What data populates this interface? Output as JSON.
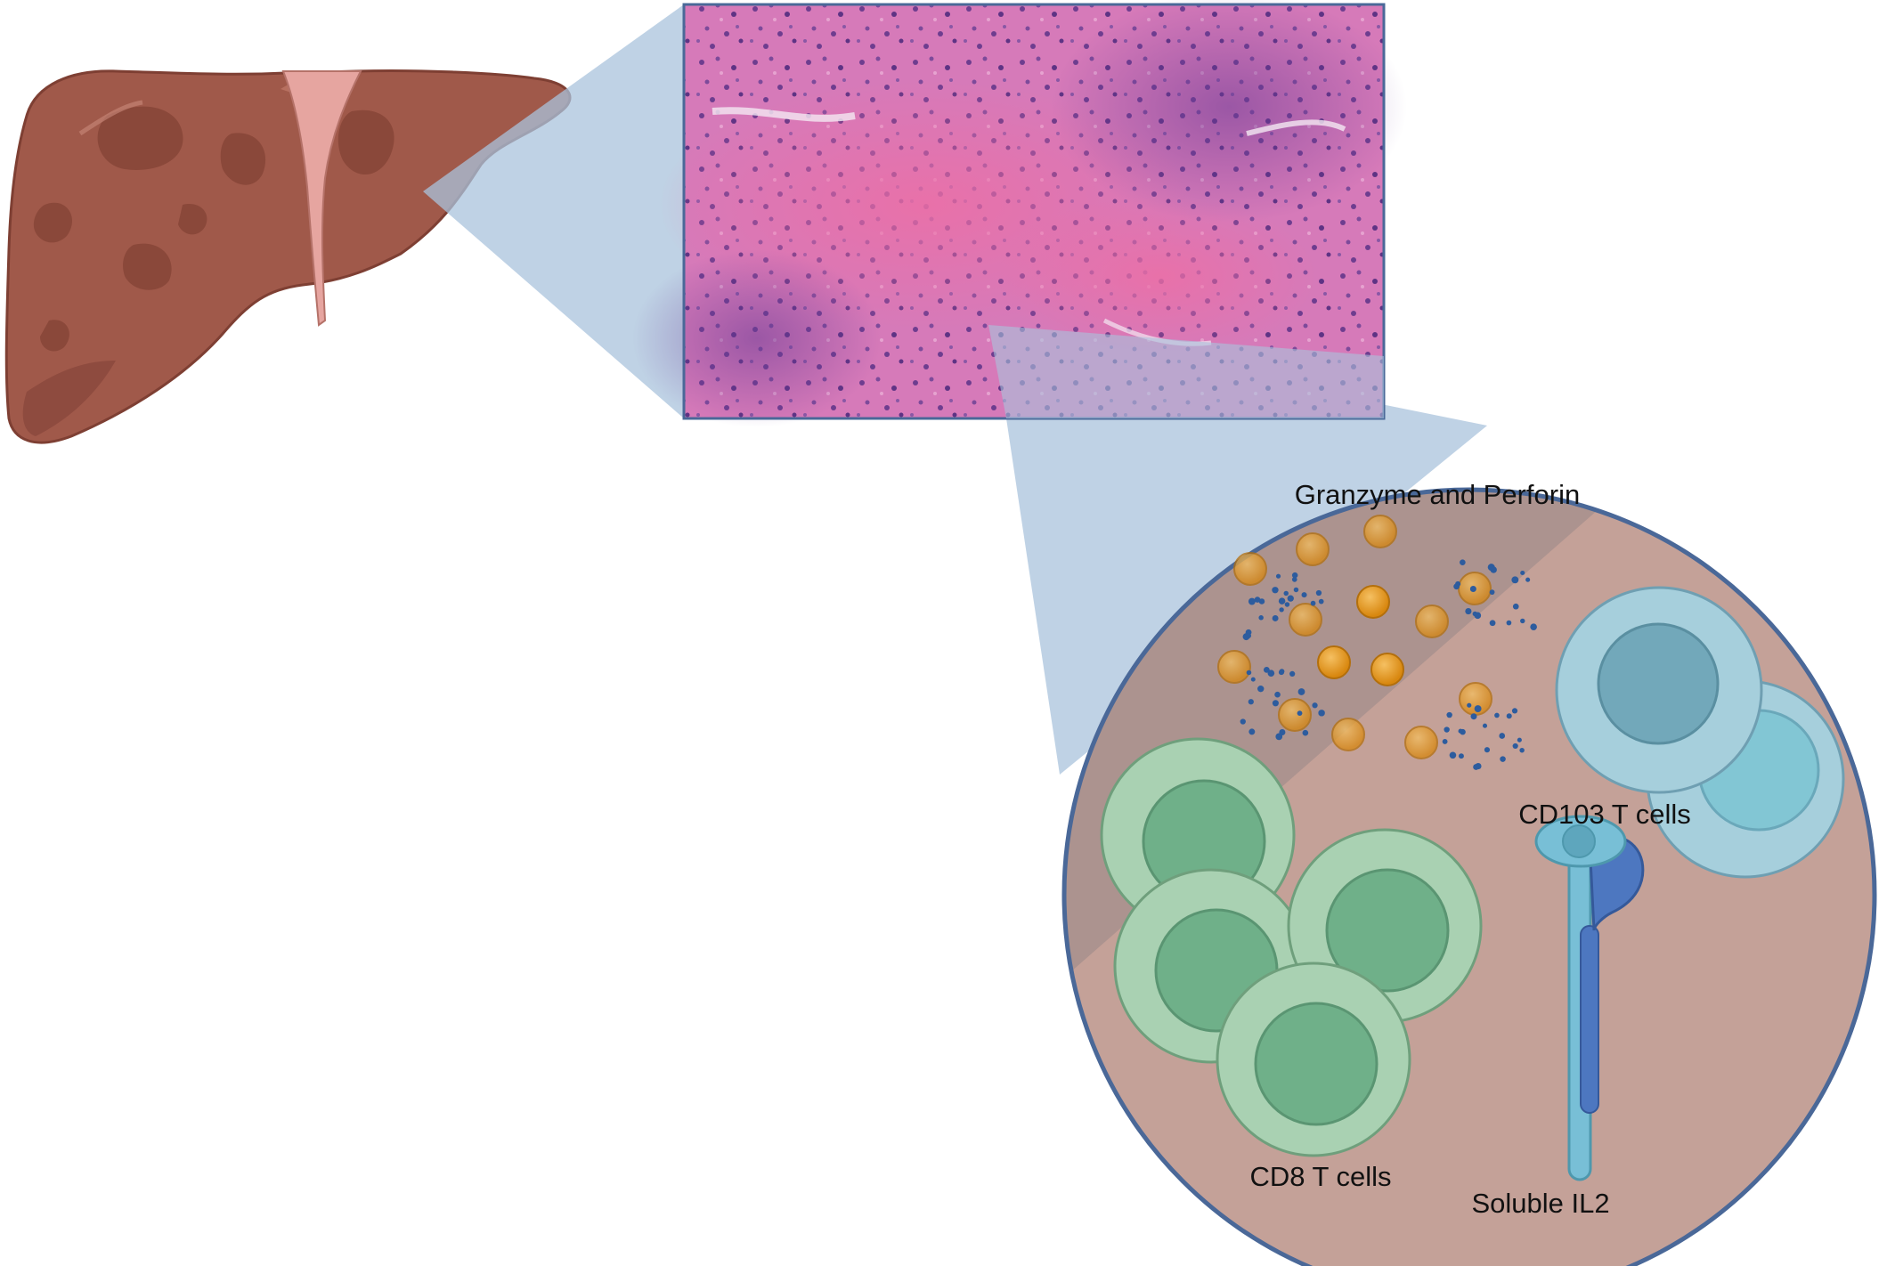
{
  "labels": {
    "granzyme": "Granzyme and Perforin",
    "cd103": "CD103 T cells",
    "cd8": "CD8 T cells",
    "il2": "Soluble IL2"
  },
  "colors": {
    "liver": "#a0594a",
    "liver_dark": "#7e3f33",
    "ligament": "#e6a5a0",
    "zoom_cone": "#a9c3dc",
    "histology_pink": "#dc7fbf",
    "histology_purple": "#8a4a9d",
    "circle_fill": "#c4a198",
    "circle_border": "#4a6898",
    "cd8_outer": "#a9d1b2",
    "cd8_inner": "#6fb089",
    "cd103_outer": "#a6cfdc",
    "cd103_inner": "#72a8ba",
    "granule": "#e39a1f",
    "dots": "#2d5c9e",
    "il2_stem": "#78bfd6",
    "il2_blue": "#4d77c0"
  },
  "icons": [
    "liver-organ-icon",
    "histology-image",
    "granule-icon",
    "cd8-t-cell-icon",
    "cd103-t-cell-icon",
    "soluble-il2-receptor-icon"
  ]
}
